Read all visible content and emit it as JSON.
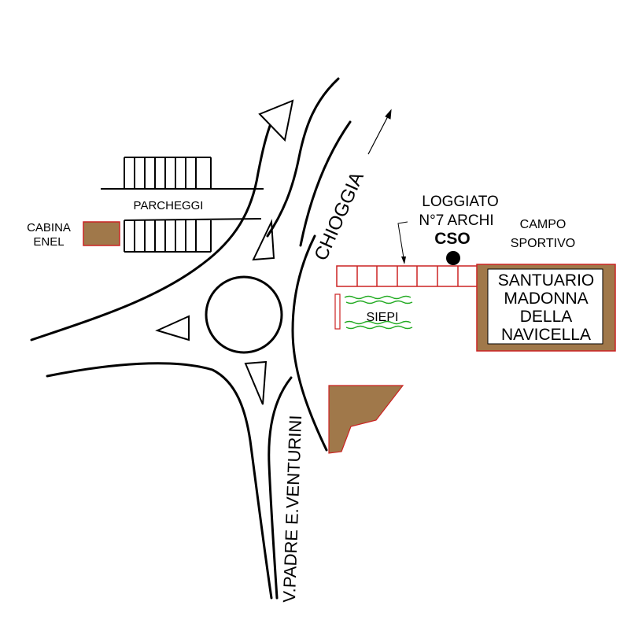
{
  "labels": {
    "parking": "PARCHEGGI",
    "cabina_line1": "CABINA",
    "cabina_line2": "ENEL",
    "chioggia": "CHIOGGIA",
    "loggiato_line1": "LOGGIATO",
    "loggiato_line2": "N°7 ARCHI",
    "cso": "CSO",
    "campo_line1": "CAMPO",
    "campo_line2": "SPORTIVO",
    "sanctuary_lines": [
      "SANTUARIO",
      "MADONNA",
      "DELLA",
      "NAVICELLA"
    ],
    "hedges": "SIEPI",
    "street": "V.PADRE E.VENTURINI"
  },
  "colors": {
    "building_fill": "#a0784a",
    "building_outline": "#cc2222",
    "hedge": "#22aa22",
    "ink": "#000000"
  }
}
